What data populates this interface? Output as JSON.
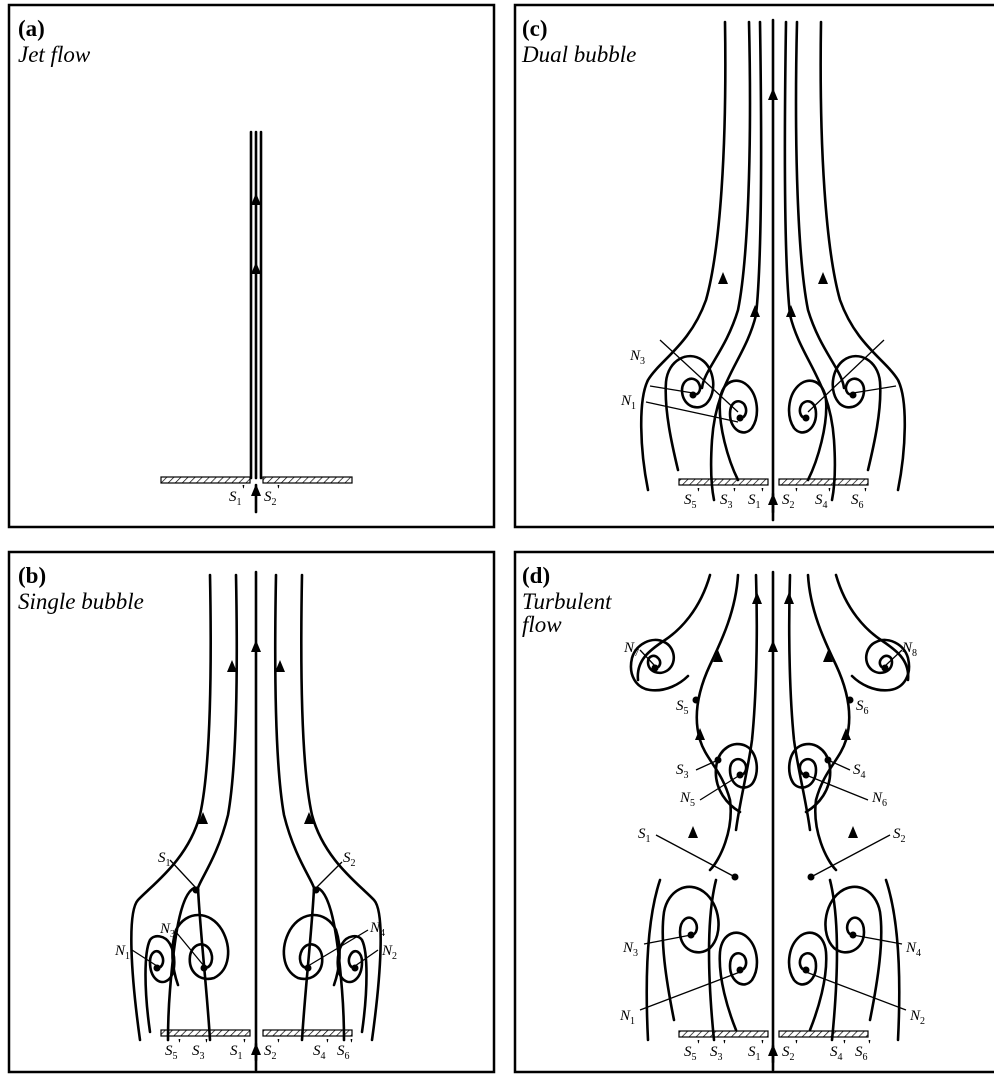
{
  "panels": {
    "a": {
      "tag": "(a)",
      "name": "Jet flow",
      "name2": ""
    },
    "b": {
      "tag": "(b)",
      "name": "Single bubble",
      "name2": ""
    },
    "c": {
      "tag": "(c)",
      "name": "Dual bubble",
      "name2": ""
    },
    "d": {
      "tag": "(d)",
      "name": "Turbulent",
      "name2": "flow"
    }
  },
  "labels": {
    "a": [
      {
        "b": "S",
        "s": "1",
        "p": true
      },
      {
        "b": "S",
        "s": "2",
        "p": true
      }
    ],
    "b": [
      {
        "b": "S",
        "s": "1",
        "p": false
      },
      {
        "b": "S",
        "s": "2",
        "p": false
      },
      {
        "b": "N",
        "s": "3",
        "p": false
      },
      {
        "b": "N",
        "s": "4",
        "p": false
      },
      {
        "b": "N",
        "s": "1",
        "p": false
      },
      {
        "b": "N",
        "s": "2",
        "p": false
      },
      {
        "b": "S",
        "s": "5",
        "p": true
      },
      {
        "b": "S",
        "s": "3",
        "p": true
      },
      {
        "b": "S",
        "s": "1",
        "p": true
      },
      {
        "b": "S",
        "s": "2",
        "p": true
      },
      {
        "b": "S",
        "s": "4",
        "p": true
      },
      {
        "b": "S",
        "s": "6",
        "p": true
      }
    ],
    "c": [
      {
        "b": "N",
        "s": "3",
        "p": false
      },
      {
        "b": "N",
        "s": "1",
        "p": false
      },
      {
        "b": "S",
        "s": "5",
        "p": true
      },
      {
        "b": "S",
        "s": "3",
        "p": true
      },
      {
        "b": "S",
        "s": "1",
        "p": true
      },
      {
        "b": "S",
        "s": "2",
        "p": true
      },
      {
        "b": "S",
        "s": "4",
        "p": true
      },
      {
        "b": "S",
        "s": "6",
        "p": true
      }
    ],
    "d": [
      {
        "b": "N",
        "s": "7",
        "p": false
      },
      {
        "b": "N",
        "s": "8",
        "p": false
      },
      {
        "b": "S",
        "s": "5",
        "p": false
      },
      {
        "b": "S",
        "s": "6",
        "p": false
      },
      {
        "b": "S",
        "s": "3",
        "p": false
      },
      {
        "b": "S",
        "s": "4",
        "p": false
      },
      {
        "b": "N",
        "s": "5",
        "p": false
      },
      {
        "b": "N",
        "s": "6",
        "p": false
      },
      {
        "b": "S",
        "s": "1",
        "p": false
      },
      {
        "b": "S",
        "s": "2",
        "p": false
      },
      {
        "b": "N",
        "s": "3",
        "p": false
      },
      {
        "b": "N",
        "s": "4",
        "p": false
      },
      {
        "b": "N",
        "s": "1",
        "p": false
      },
      {
        "b": "N",
        "s": "2",
        "p": false
      },
      {
        "b": "S",
        "s": "5",
        "p": true
      },
      {
        "b": "S",
        "s": "3",
        "p": true
      },
      {
        "b": "S",
        "s": "1",
        "p": true
      },
      {
        "b": "S",
        "s": "2",
        "p": true
      },
      {
        "b": "S",
        "s": "4",
        "p": true
      },
      {
        "b": "S",
        "s": "6",
        "p": true
      }
    ]
  }
}
